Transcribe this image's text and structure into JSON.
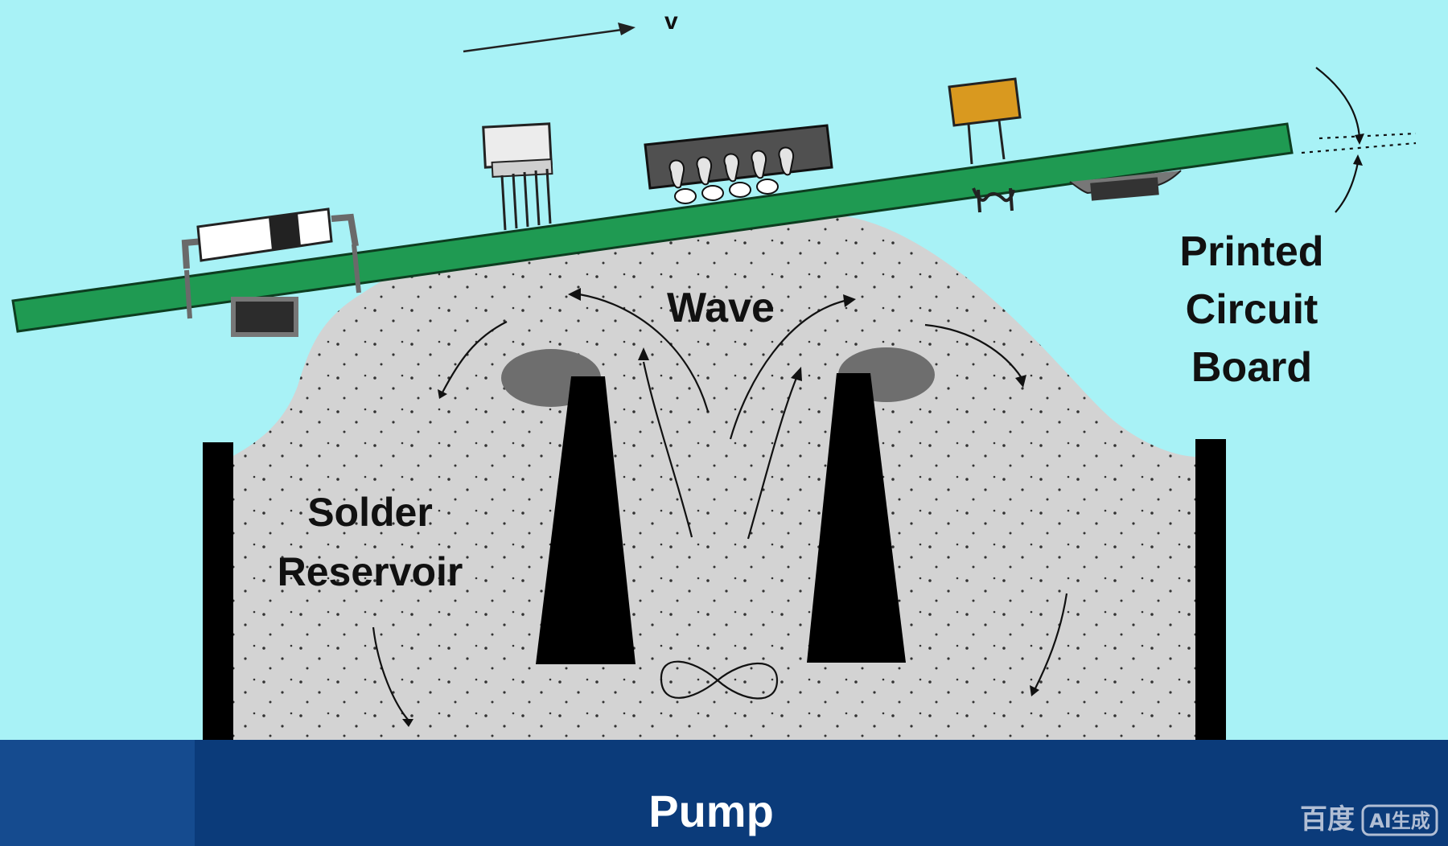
{
  "labels": {
    "velocity": "v",
    "pcb_line1": "Printed",
    "pcb_line2": "Circuit",
    "pcb_line3": "Board",
    "wave": "Wave",
    "reservoir_line1": "Solder",
    "reservoir_line2": "Reservoir",
    "pump": "Pump"
  },
  "watermark": {
    "brand": "百度",
    "badge": "AI生成"
  },
  "colors": {
    "background": "#a8f2f6",
    "board": "#1f9a52",
    "solder": "#d3d3d3",
    "nozzle": "#000000",
    "pump_bar": "#0b3b7a",
    "component_orange": "#d9991f",
    "component_dark": "#333333"
  }
}
